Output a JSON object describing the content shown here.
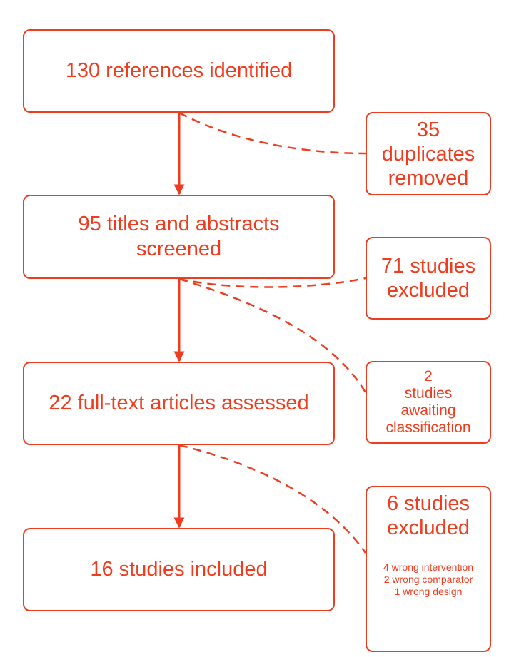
{
  "colors": {
    "accent": "#f03c1e",
    "background": "#ffffff"
  },
  "main_boxes": [
    {
      "id": "identified",
      "lines": [
        "130 references identified"
      ]
    },
    {
      "id": "screened",
      "lines": [
        "95 titles and abstracts",
        "screened"
      ]
    },
    {
      "id": "assessed",
      "lines": [
        "22 full-text articles assessed"
      ]
    },
    {
      "id": "included",
      "lines": [
        "16 studies included"
      ]
    }
  ],
  "side_boxes": [
    {
      "id": "duplicates",
      "lines": [
        "35",
        "duplicates",
        "removed"
      ]
    },
    {
      "id": "excluded-screening",
      "lines": [
        "71 studies",
        "excluded"
      ]
    },
    {
      "id": "awaiting",
      "lines": [
        "2",
        "studies",
        "awaiting",
        "classification"
      ]
    },
    {
      "id": "excluded-fulltext",
      "lines": [
        "6 studies",
        "excluded"
      ],
      "reasons": [
        "4 wrong intervention",
        "2 wrong comparator",
        "1 wrong design"
      ]
    }
  ]
}
